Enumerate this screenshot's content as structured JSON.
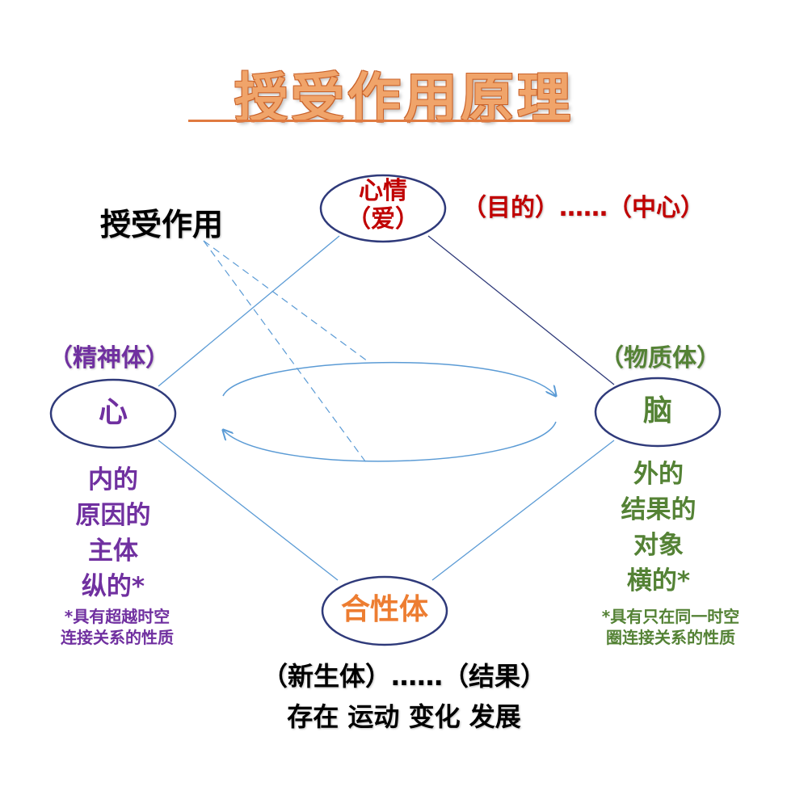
{
  "title": "授受作用原理",
  "label_shoushou": "授受作用",
  "nodes": {
    "top": {
      "line1": "心情",
      "line2": "（爱）"
    },
    "left": {
      "label": "心"
    },
    "right": {
      "label": "脑"
    },
    "bottom": {
      "label": "合性体"
    }
  },
  "top_annotation": "（目的）……（中心）",
  "left_side": {
    "heading": "（精神体）",
    "lines": [
      "内的",
      "原因的",
      "主体",
      "纵的*"
    ],
    "note_lines": [
      "*具有超越时空",
      "连接关系的性质"
    ]
  },
  "right_side": {
    "heading": "（物质体）",
    "lines": [
      "外的",
      "结果的",
      "对象",
      "横的*"
    ],
    "note_lines": [
      "*具有只在同一时空",
      "圈连接关系的性质"
    ]
  },
  "bottom_annotation": "（新生体）……（结果）",
  "bottom_words": "存在 运动 变化 发展",
  "colors": {
    "title": "#f0a46a",
    "top_node_text": "#c00000",
    "spirit": "#7030a0",
    "matter": "#548235",
    "bottom_node_text": "#ed7d31",
    "lines": "#5b9bd5",
    "ellipse_border": "#2f3a7a"
  }
}
